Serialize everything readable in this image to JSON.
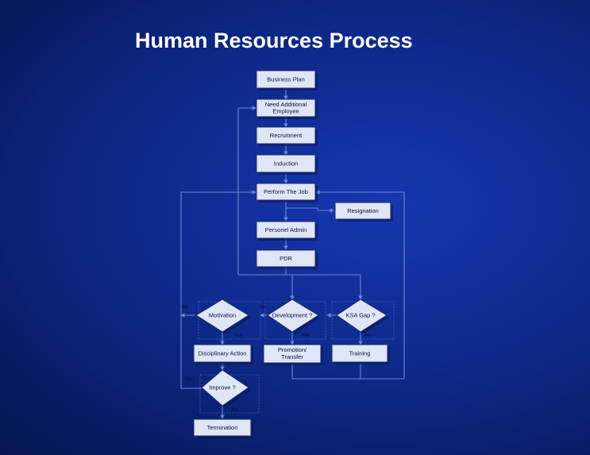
{
  "title": "Human Resources Process",
  "nodes": {
    "business_plan": "Business Plan",
    "need_employee_1": "Need Additional",
    "need_employee_2": "Employee",
    "recruitment": "Recruitment",
    "induction": "Induction",
    "perform_job": "Perform The Job",
    "resignation": "Resignation",
    "personel_admin": "Personel Admin",
    "pdr": "PDR",
    "motivation": "Motivation",
    "development": "Development ?",
    "ksa_gap": "KSA Gap ?",
    "disciplinary": "Disciplinary Action",
    "promotion_1": "Promotion/",
    "promotion_2": "Transfer",
    "training": "Training",
    "improve": "Improve ?",
    "termination": "Termination"
  },
  "branch_labels": {
    "motivation_no": "No",
    "motivation_yes": "Yes",
    "development_no": "No",
    "development_yes": "Yes",
    "ksa_yes": "Yes",
    "improve_yes": "Yes",
    "improve_no": "No"
  },
  "colors": {
    "box_fill": "#dfe6f5",
    "connector": "#6f86d6"
  }
}
